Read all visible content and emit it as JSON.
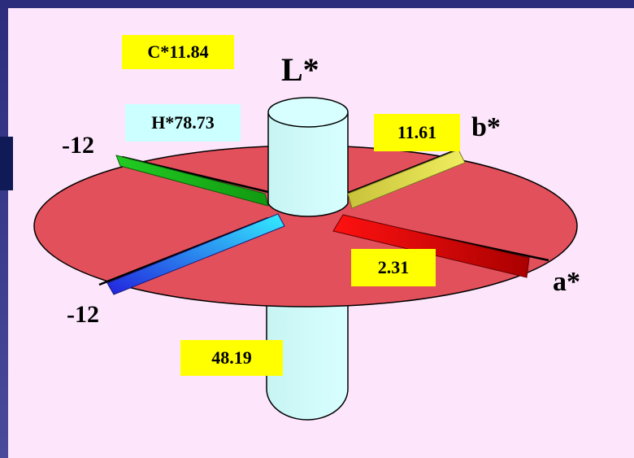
{
  "diagram": {
    "axis_labels": {
      "l_star": "L*",
      "b_star": "b*",
      "a_star": "a*",
      "neg_top": "-12",
      "neg_bottom": "-12"
    },
    "value_boxes": {
      "chroma": "C*11.84",
      "hue": "H*78.73",
      "b_value": "11.61",
      "a_value": "2.31",
      "l_value": "48.19"
    },
    "colors": {
      "background": "#fde6fb",
      "disc": "#e0505a",
      "cylinder": "#ccffff",
      "box_yellow": "#ffff00",
      "box_cyan": "#ccffff",
      "green_bar": "#22bb22",
      "yellow_bar": "#e6e066",
      "red_bar": "#d40000",
      "blue_bar": "#22aaff"
    }
  }
}
